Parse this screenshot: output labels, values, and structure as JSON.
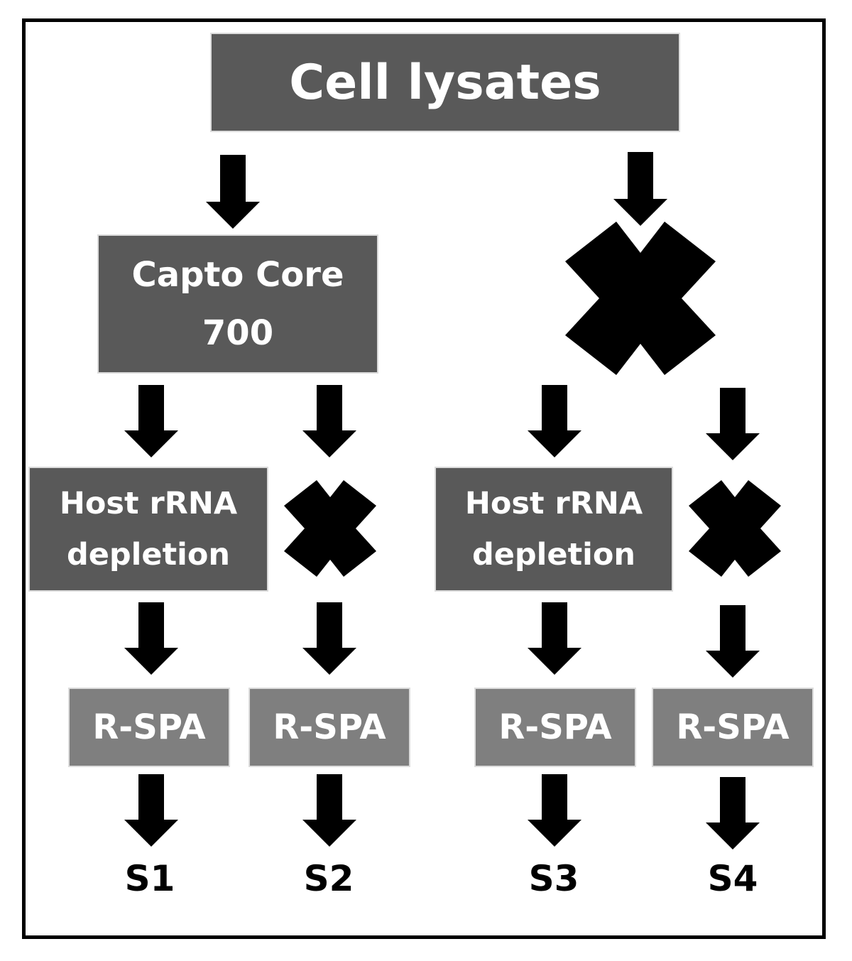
{
  "diagram": {
    "top": {
      "label": "Cell lysates"
    },
    "capto": {
      "line1": "Capto Core",
      "line2": "700"
    },
    "host_left": {
      "line1": "Host rRNA",
      "line2": "depletion"
    },
    "host_right": {
      "line1": "Host rRNA",
      "line2": "depletion"
    },
    "rspa": [
      "R-SPA",
      "R-SPA",
      "R-SPA",
      "R-SPA"
    ],
    "samples": [
      "S1",
      "S2",
      "S3",
      "S4"
    ],
    "colors": {
      "dark_box": "#595959",
      "light_box": "#7f7f7f",
      "arrow": "#000000",
      "skip_mark": "#000000"
    },
    "icons": {
      "arrow": "arrow-down-icon",
      "skip": "cross-icon"
    }
  }
}
